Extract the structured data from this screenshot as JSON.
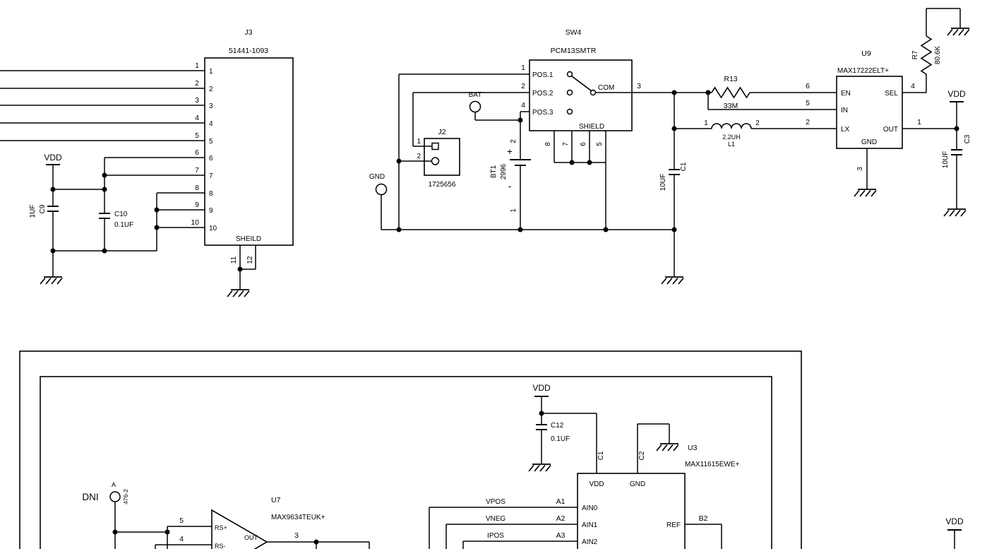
{
  "diagram": {
    "bg": "#ffffff",
    "line_color": "#000000"
  },
  "j3": {
    "ref": "J3",
    "part": "51441-1093",
    "shield": "SHEILD",
    "pins": [
      "1",
      "2",
      "3",
      "4",
      "5",
      "6",
      "7",
      "8",
      "9",
      "10"
    ],
    "bottom_pins": [
      "11",
      "12"
    ]
  },
  "power_left": {
    "vdd": "VDD",
    "c9_ref": "C9",
    "c9_val": "1UF",
    "c10_ref": "C10",
    "c10_val": "0.1UF"
  },
  "sw4": {
    "ref": "SW4",
    "part": "PCM13SMTR",
    "pin1": "1",
    "pin2": "2",
    "pin4": "4",
    "pin3": "3",
    "pos1": "POS.1",
    "pos2": "POS.2",
    "pos3": "POS.3",
    "com": "COM",
    "shield": "SHIELD",
    "bottom_pins": [
      "8",
      "7",
      "6",
      "5"
    ]
  },
  "bat_tp": {
    "label": "BAT"
  },
  "gnd_tp": {
    "label": "GND"
  },
  "j2": {
    "ref": "J2",
    "part": "1725656",
    "pin1": "1",
    "pin2": "2"
  },
  "bt1": {
    "ref": "BT1",
    "part": "2996",
    "plus": "+",
    "minus": "-",
    "pin2": "2",
    "pin1": "1"
  },
  "c1": {
    "ref": "C1",
    "val": "10UF"
  },
  "r13": {
    "ref": "R13",
    "val": "33M"
  },
  "l1": {
    "ref": "L1",
    "val": "2.2UH",
    "pin1": "1",
    "pin2": "2"
  },
  "u9": {
    "ref": "U9",
    "part": "MAX17222ELT+",
    "en": "EN",
    "in": "IN",
    "lx": "LX",
    "sel": "SEL",
    "out": "OUT",
    "gnd": "GND",
    "pin6": "6",
    "pin5": "5",
    "pin2": "2",
    "pin4": "4",
    "pin1": "1",
    "pin3": "3"
  },
  "r7": {
    "ref": "R7",
    "val": "80.6K"
  },
  "vdd_u9": "VDD",
  "c3": {
    "ref": "C3",
    "val": "10UF"
  },
  "sheet2": {
    "vdd_top": "VDD",
    "c12": {
      "ref": "C12",
      "val": "0.1UF"
    },
    "u3": {
      "ref": "U3",
      "part": "MAX11615EWE+",
      "vdd": "VDD",
      "gnd": "GND",
      "pin_c1": "C1",
      "pin_c2": "C2",
      "ain0": "AIN0",
      "ain1": "AIN1",
      "ain2": "AIN2",
      "ref_pin": "REF",
      "a1": "A1",
      "a2": "A2",
      "a3": "A3",
      "b2": "B2"
    },
    "nets": {
      "vpos": "VPOS",
      "vneg": "VNEG",
      "ipos": "IPOS"
    },
    "u7": {
      "ref": "U7",
      "part": "MAX9634TEUK+",
      "rsp": "RS+",
      "rsm": "RS-",
      "out": "OUT",
      "pin5": "5",
      "pin4": "4",
      "pin3": "3"
    },
    "dni": {
      "label": "DNI",
      "point": "A",
      "part": "476-2"
    },
    "vdd_right": "VDD"
  }
}
